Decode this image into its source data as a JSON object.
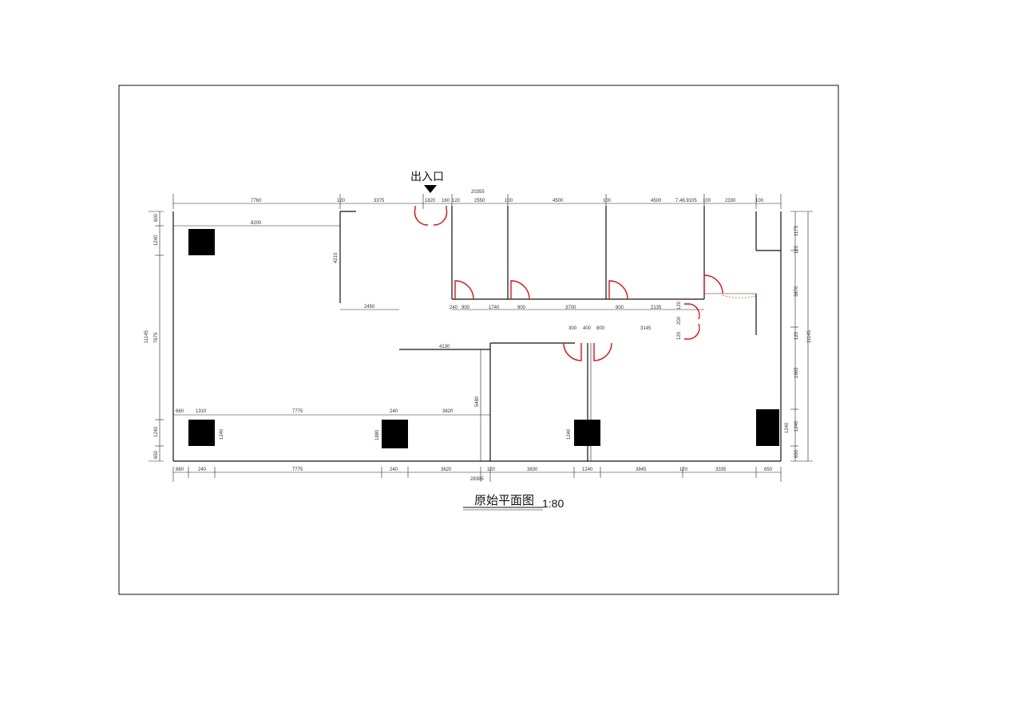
{
  "drawing": {
    "title": "原始平面图",
    "scale": "1:80",
    "entrance_label": "出入口"
  },
  "dims_top": [
    "7760",
    "120",
    "3375",
    "1820",
    "160",
    "120",
    "2550",
    "20355",
    "100",
    "4500",
    "100",
    "4500",
    "7.46.9105",
    "100",
    "2330",
    "100"
  ],
  "dims_upper_inner": [
    "8200",
    "2450"
  ],
  "dims_mid": [
    "240",
    "900",
    "1740",
    "900",
    "3700",
    "900",
    "2135",
    "300",
    "400",
    "800",
    "3145",
    "4130"
  ],
  "dims_lower_inner": [
    "660",
    "1310",
    "7775",
    "240",
    "3820"
  ],
  "dims_bottom": [
    "660",
    "240",
    "7775",
    "240",
    "3820",
    "120",
    "3830",
    "1240",
    "3845",
    "120",
    "3335",
    "650"
  ],
  "dims_bottom_total": "28385",
  "dims_left": [
    "600",
    "1240",
    "11145",
    "7675",
    "1240",
    "650"
  ],
  "dims_right": [
    "1175",
    "120",
    "3870",
    "120",
    "1965",
    "1240",
    "650",
    "11145"
  ],
  "dims_inner_vertical": [
    "4210",
    "5480",
    "1240",
    "1240",
    "1880",
    "1240",
    "120",
    "200",
    "120"
  ]
}
